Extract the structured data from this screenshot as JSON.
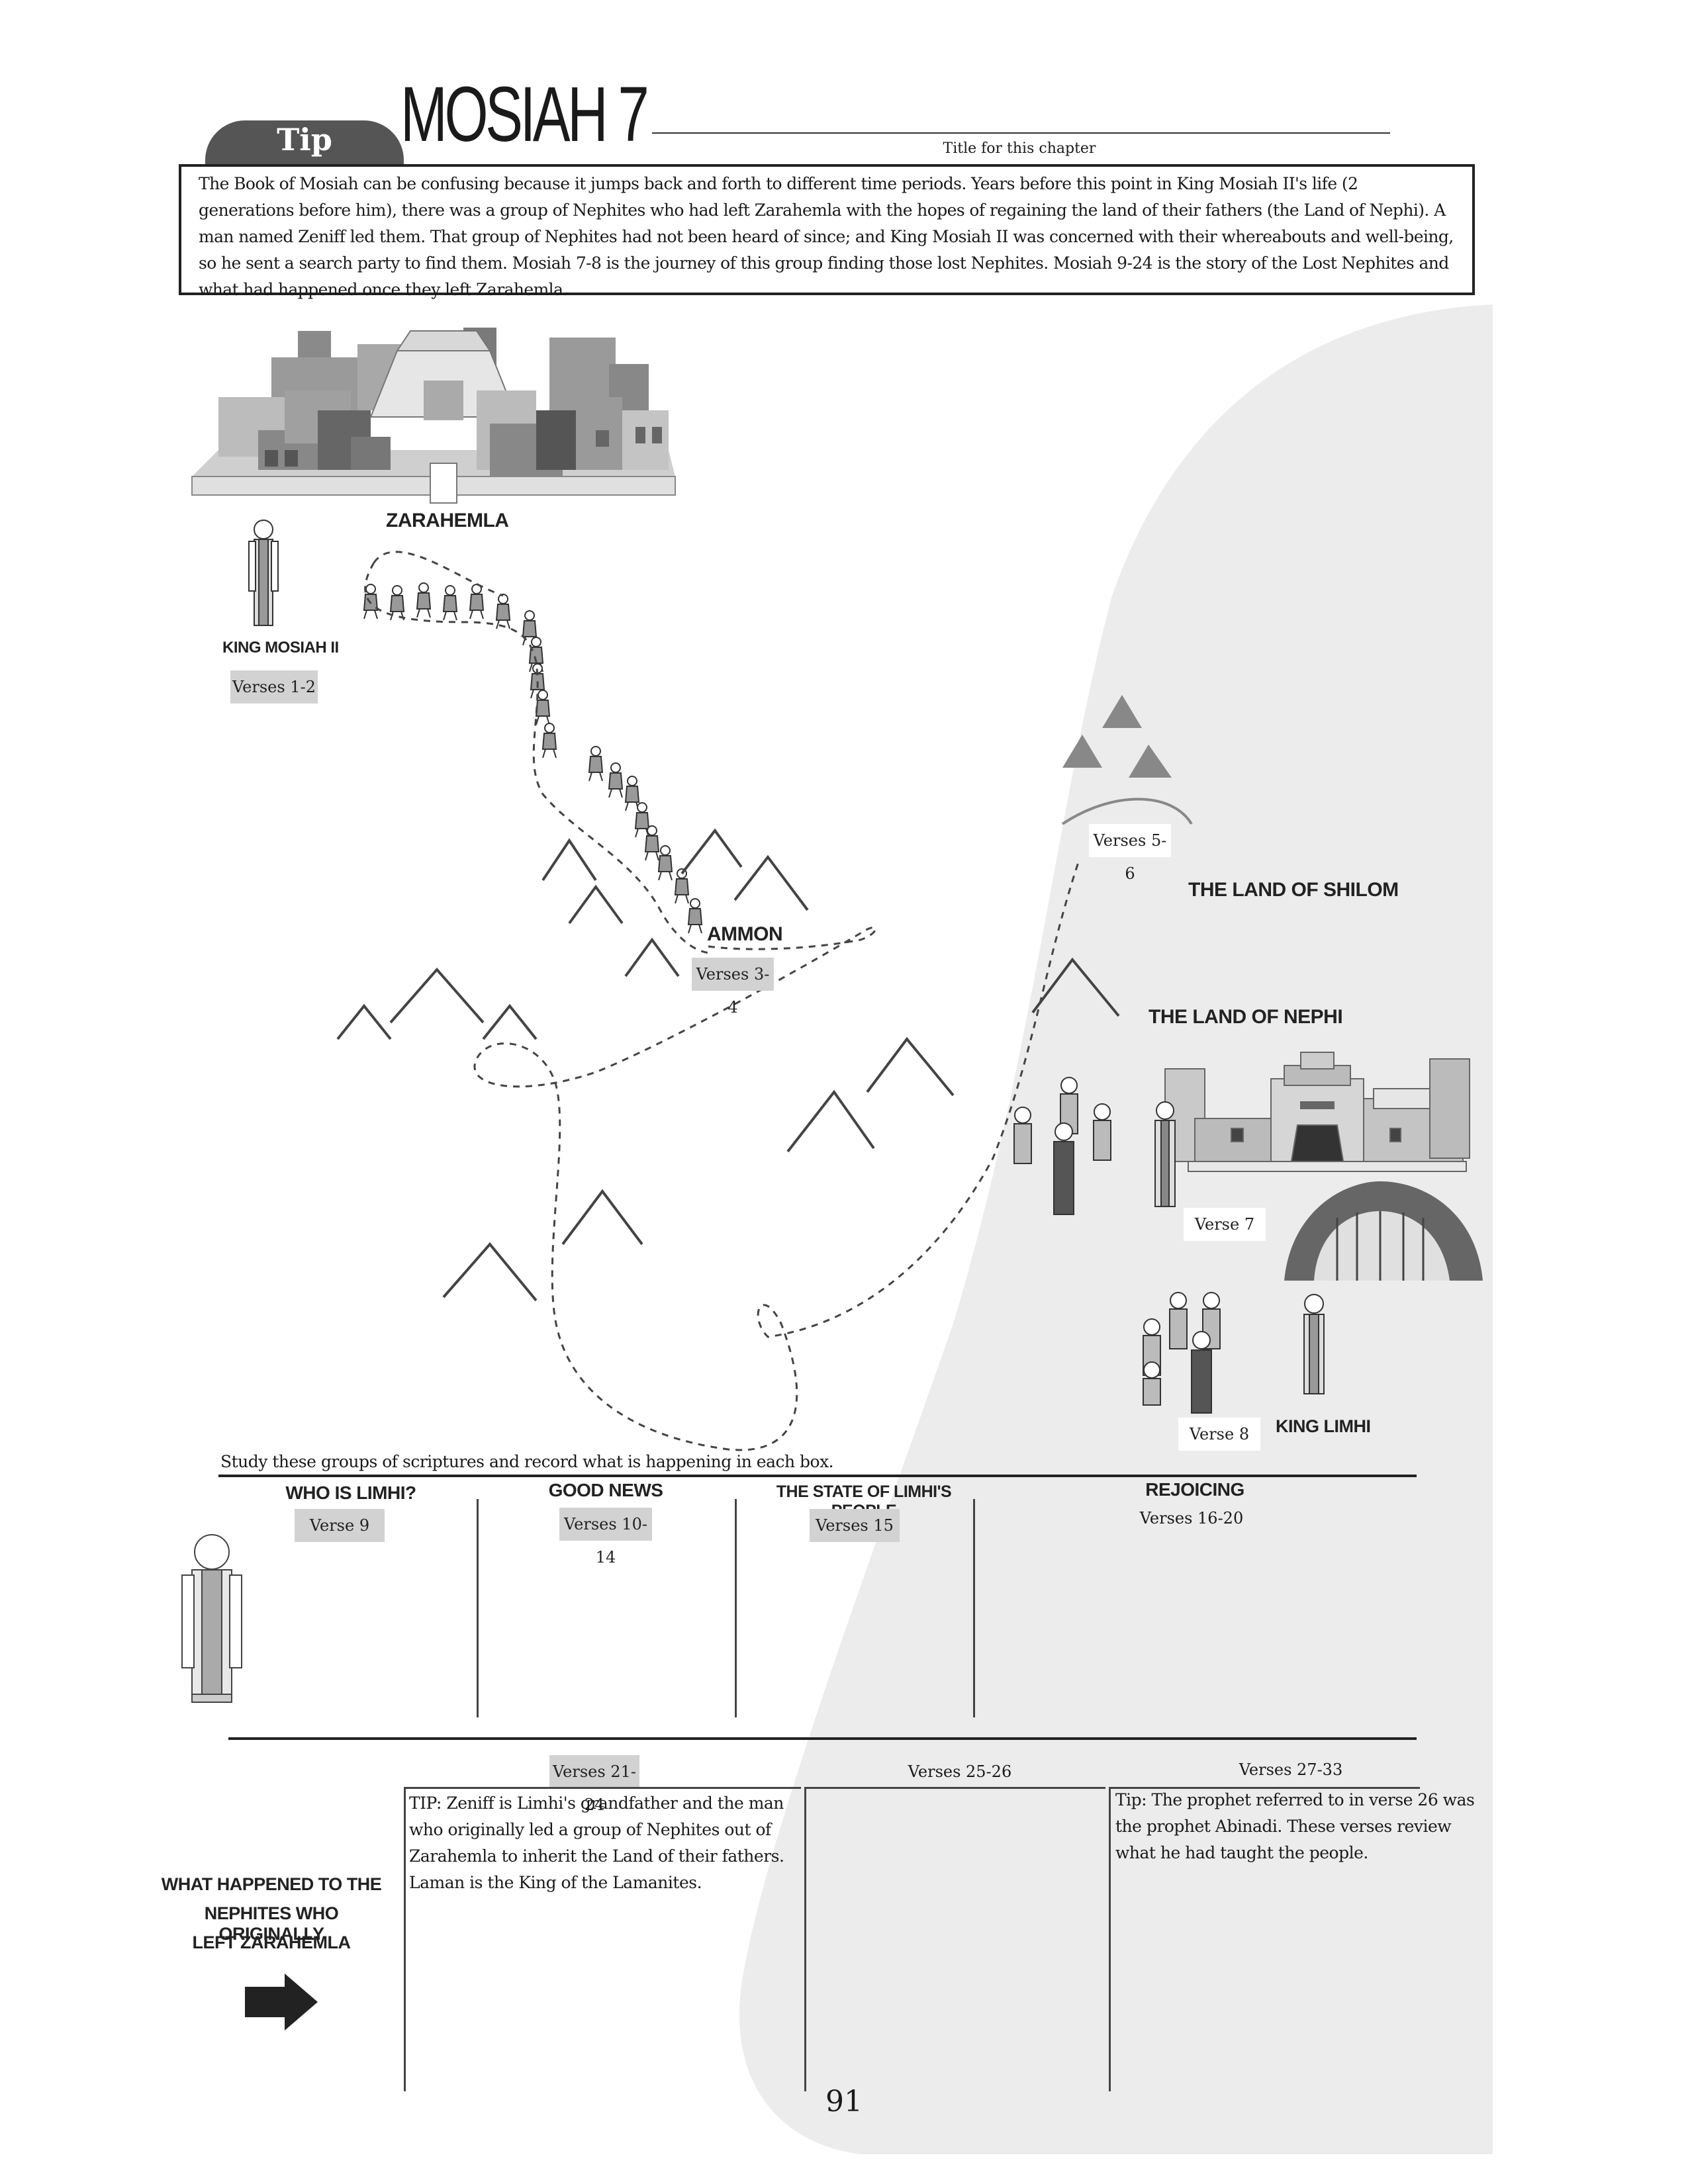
{
  "header": {
    "tip_tab": "Tip",
    "chapter_title": "MOSIAH 7",
    "title_line_caption": "Title for this chapter"
  },
  "intro_text": "The Book of Mosiah can be confusing because it jumps back and forth to different time periods.  Years before this point in King Mosiah II's life (2 generations before him), there was a group of Nephites who had left Zarahemla with the hopes of regaining the land of their fathers (the Land of Nephi).  A man named Zeniff led them.  That group of Nephites had not been heard of since; and King Mosiah II was  concerned with their whereabouts and well-being, so he sent a search party to find them.  Mosiah 7-8 is the journey of this group finding those lost Nephites.  Mosiah 9-24 is the story of the Lost Nephites and what had happened once they left Zarahemla.",
  "map": {
    "zarahemla": "ZARAHEMLA",
    "king_mosiah": "KING MOSIAH II",
    "verses_1_2": "Verses 1-2",
    "ammon": "AMMON",
    "verses_3_4": "Verses 3-4",
    "verses_5_6": "Verses 5-6",
    "land_of_shilom": "THE LAND OF SHILOM",
    "land_of_nephi": "THE LAND OF NEPHI",
    "verse_7": "Verse 7",
    "verse_8": "Verse 8",
    "king_limhi": "KING LIMHI"
  },
  "study": {
    "instruction": "Study these groups of scriptures and record what is happening in each box.",
    "columns": [
      {
        "heading": "WHO IS LIMHI?",
        "verses": "Verse 9"
      },
      {
        "heading": "GOOD NEWS",
        "verses": "Verses 10-14"
      },
      {
        "heading": "THE STATE OF LIMHI'S PEOPLE",
        "verses": "Verses 15"
      },
      {
        "heading": "REJOICING",
        "verses": "Verses 16-20"
      }
    ]
  },
  "bottom": {
    "question_lines": [
      "WHAT HAPPENED TO THE",
      "NEPHITES WHO ORIGINALLY",
      "LEFT ZARAHEMLA"
    ],
    "columns": [
      {
        "verses": "Verses 21-24",
        "note": "TIP: Zeniff is Limhi's grandfather and the man who originally led a group of Nephites out of Zarahemla to inherit the Land of their fathers.  Laman is the King of the Lamanites."
      },
      {
        "verses": "Verses 25-26",
        "note": ""
      },
      {
        "verses": "Verses 27-33",
        "note": "Tip:  The prophet referred to in verse 26 was the prophet Abinadi.  These verses review what he had taught the people."
      }
    ]
  },
  "page_number": "91"
}
